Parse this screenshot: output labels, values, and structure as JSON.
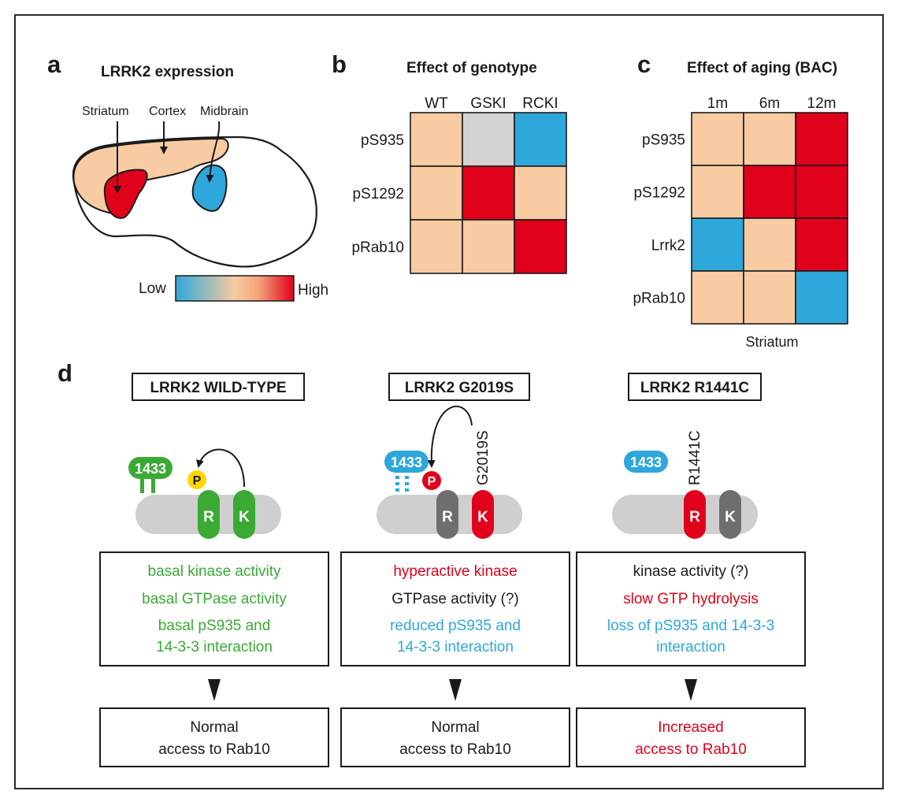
{
  "colors": {
    "low": "#2ea7db",
    "mid": "#f8cba2",
    "high": "#e0001b",
    "grey": "#d4d3d0",
    "green": "#3aaa35",
    "blue": "#2ea7db",
    "red": "#e0001b",
    "dark_grey": "#6d6e70",
    "yellow": "#ffd500",
    "bar_grey": "#cfcfcf",
    "black": "#1a1a1a"
  },
  "panel_a": {
    "letter": "a",
    "title": "LRRK2 expression",
    "labels": {
      "striatum": "Striatum",
      "cortex": "Cortex",
      "midbrain": "Midbrain"
    },
    "legend": {
      "low": "Low",
      "high": "High"
    }
  },
  "panel_b": {
    "letter": "b",
    "title": "Effect of genotype",
    "columns": [
      "WT",
      "GSKI",
      "RCKI"
    ],
    "rows": [
      "pS935",
      "pS1292",
      "pRab10"
    ],
    "cells": [
      [
        "mid",
        "grey",
        "low"
      ],
      [
        "mid",
        "high",
        "mid"
      ],
      [
        "mid",
        "mid",
        "high"
      ]
    ]
  },
  "panel_c": {
    "letter": "c",
    "title": "Effect of aging (BAC)",
    "columns": [
      "1m",
      "6m",
      "12m"
    ],
    "rows": [
      "pS935",
      "pS1292",
      "Lrrk2",
      "pRab10"
    ],
    "cells": [
      [
        "mid",
        "mid",
        "high"
      ],
      [
        "mid",
        "high",
        "high"
      ],
      [
        "low",
        "mid",
        "high"
      ],
      [
        "mid",
        "mid",
        "low"
      ]
    ],
    "footer": "Striatum"
  },
  "panel_d": {
    "letter": "d",
    "columns": [
      {
        "title": "LRRK2 WILD-TYPE",
        "partner": "1433",
        "phospho": "P",
        "r_label": "R",
        "k_label": "K",
        "mutation": "",
        "box_lines": [
          {
            "text": "basal kinase activity",
            "color": "green"
          },
          {
            "text": "basal GTPase activity",
            "color": "green"
          },
          {
            "text": "basal pS935 and",
            "color": "green"
          },
          {
            "text": "14-3-3 interaction",
            "color": "green"
          }
        ],
        "outcome": [
          "Normal",
          "access to Rab10"
        ],
        "outcome_color": "black"
      },
      {
        "title": "LRRK2 G2019S",
        "partner": "1433",
        "phospho": "P",
        "r_label": "R",
        "k_label": "K",
        "mutation": "G2019S",
        "box_lines": [
          {
            "text": "hyperactive kinase",
            "color": "red"
          },
          {
            "text": "GTPase activity (?)",
            "color": "black"
          },
          {
            "text": "reduced pS935 and",
            "color": "blue"
          },
          {
            "text": "14-3-3 interaction",
            "color": "blue"
          }
        ],
        "outcome": [
          "Normal",
          "access to Rab10"
        ],
        "outcome_color": "black"
      },
      {
        "title": "LRRK2 R1441C",
        "partner": "1433",
        "phospho": "",
        "r_label": "R",
        "k_label": "K",
        "mutation": "R1441C",
        "box_lines": [
          {
            "text": "kinase activity (?)",
            "color": "black"
          },
          {
            "text": "slow GTP hydrolysis",
            "color": "red"
          },
          {
            "text": "loss of pS935 and 14-3-3",
            "color": "blue"
          },
          {
            "text": "interaction",
            "color": "blue"
          }
        ],
        "outcome": [
          "Increased",
          "access to Rab10"
        ],
        "outcome_color": "red"
      }
    ]
  }
}
